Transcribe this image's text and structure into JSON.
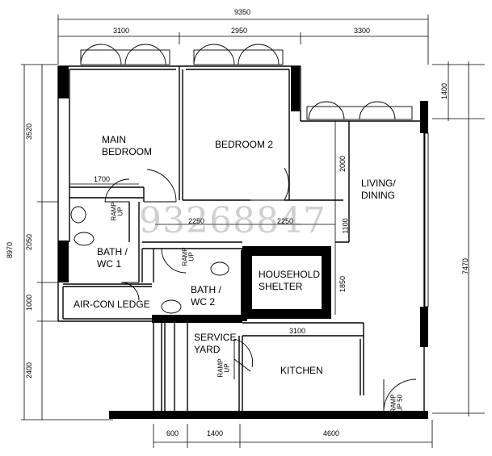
{
  "colors": {
    "wall": "#000000",
    "line": "#000000",
    "watermark": "#8c8c8c"
  },
  "watermark": "93268847",
  "dimensions": {
    "overall_width": "9350",
    "top": [
      "3100",
      "2950",
      "3300"
    ],
    "bottom": [
      "600",
      "1400",
      "4600"
    ],
    "left": [
      "3520",
      "2050",
      "1000",
      "2400"
    ],
    "left_overall": "8970",
    "right_top": "1400",
    "right_overall": "7470",
    "bath1_width": "1700",
    "corridor_left": "2250",
    "corridor_right": "2250",
    "living_upper": "2000",
    "corridor_height": "1100",
    "shelter_height": "1850",
    "kitchen_width": "3100"
  },
  "rooms": {
    "main_bedroom": "MAIN\nBEDROOM",
    "bedroom2": "BEDROOM 2",
    "living_dining": "LIVING/\nDINING",
    "bath1": "BATH /\nWC 1",
    "bath2": "BATH /\nWC 2",
    "household_shelter": "HOUSEHOLD\nSHELTER",
    "aircon_ledge": "AIR-CON LEDGE",
    "service_yard": "SERVICE\nYARD",
    "kitchen": "KITCHEN"
  },
  "ramps": {
    "ramp_bath1": "RAMP\nUP",
    "ramp_bath2": "RAMP\nUP",
    "ramp_service": "RAMP\nUP",
    "ramp_entrance": "RAMP\nUP 50"
  }
}
